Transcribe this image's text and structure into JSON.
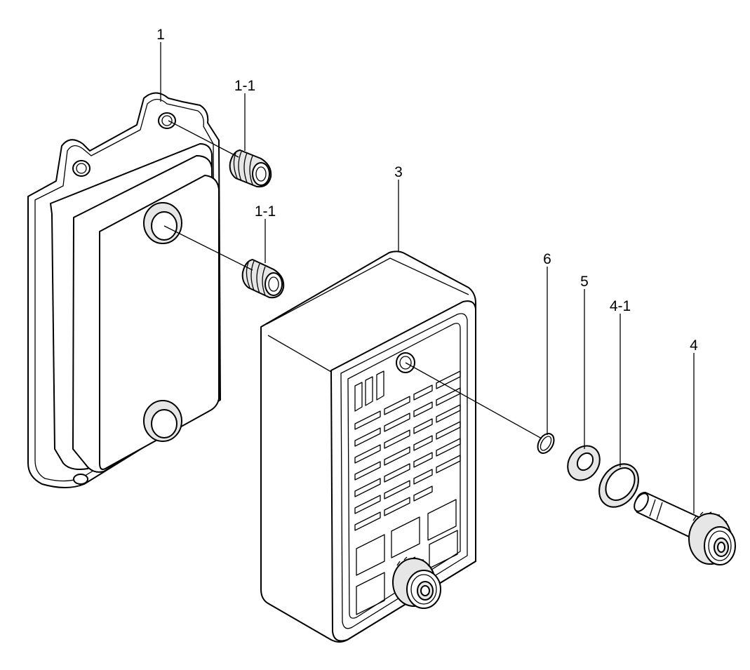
{
  "diagram": {
    "callouts": [
      {
        "id": "c1",
        "label": "1"
      },
      {
        "id": "c11a",
        "label": "1-1"
      },
      {
        "id": "c11b",
        "label": "1-1"
      },
      {
        "id": "c3",
        "label": "3"
      },
      {
        "id": "c6",
        "label": "6"
      },
      {
        "id": "c5",
        "label": "5"
      },
      {
        "id": "c41",
        "label": "4-1"
      },
      {
        "id": "c4",
        "label": "4"
      }
    ]
  }
}
